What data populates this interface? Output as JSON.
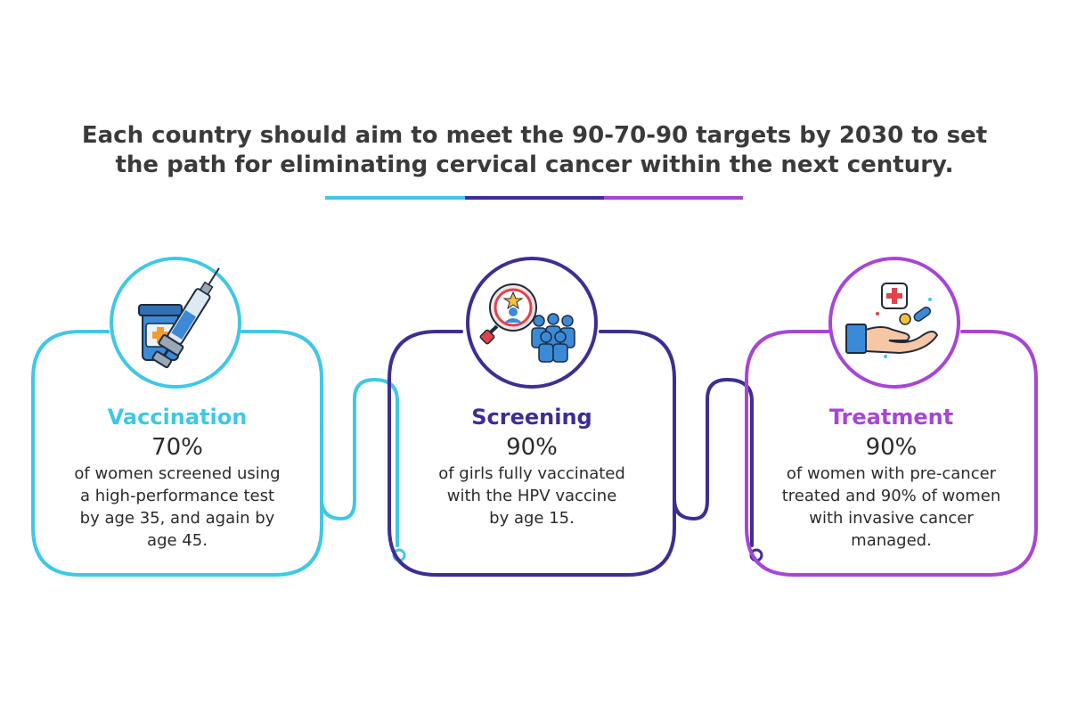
{
  "headline": {
    "line1": "Each country should aim to meet the 90-70-90 targets by 2030 to set",
    "line2": "the path for eliminating cervical cancer within the next century."
  },
  "colors": {
    "teal": "#3fc8e6",
    "indigo": "#3e2d93",
    "violet": "#a646d6"
  },
  "cards": [
    {
      "title": "Vaccination",
      "percent": "70%",
      "desc": [
        "of women screened using",
        "a high-performance test",
        "by age 35, and again by",
        "age 45."
      ],
      "icon": "vaccine-syringe-icon"
    },
    {
      "title": "Screening",
      "percent": "90%",
      "desc": [
        "of girls fully vaccinated",
        "with the HPV vaccine",
        "by age 15."
      ],
      "icon": "magnifier-group-icon"
    },
    {
      "title": "Treatment",
      "percent": "90%",
      "desc": [
        "of women with pre-cancer",
        "treated and 90% of women",
        "with invasive cancer",
        "managed."
      ],
      "icon": "hand-medicine-icon"
    }
  ]
}
